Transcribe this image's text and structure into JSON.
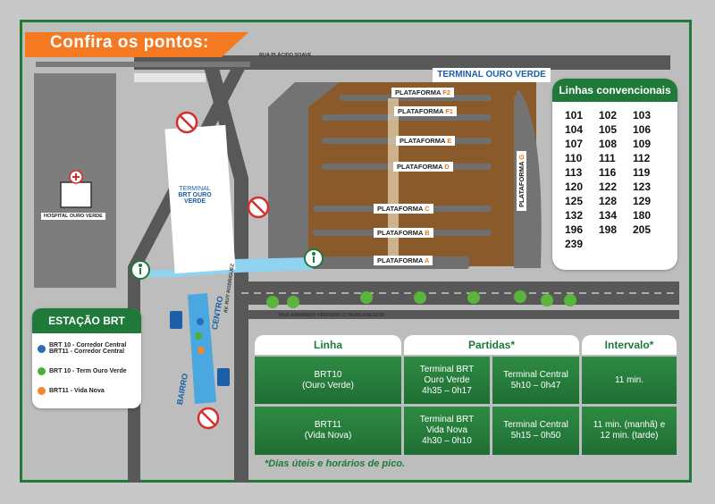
{
  "title": "Confira os pontos:",
  "streets": {
    "top": "RUA PLÁCIDO SOAVE",
    "bottom": "RUA ARMANDO FREDERICO RENGANESCHI",
    "avenue": "AV. RUY RODRIGUEZ"
  },
  "terminal_ouro_verde": "TERMINAL OURO VERDE",
  "terminal_brt": {
    "line1": "TERMINAL",
    "line2": "BRT OURO VERDE"
  },
  "hospital": "HOSPITAL OURO VERDE",
  "directions": {
    "bairro": "BAIRRO",
    "centro": "CENTRO"
  },
  "platforms": [
    {
      "name": "PLATAFORMA",
      "letter": "F2"
    },
    {
      "name": "PLATAFORMA",
      "letter": "F1"
    },
    {
      "name": "PLATAFORMA",
      "letter": "E"
    },
    {
      "name": "PLATAFORMA",
      "letter": "D"
    },
    {
      "name": "PLATAFORMA",
      "letter": "C"
    },
    {
      "name": "PLATAFORMA",
      "letter": "B"
    },
    {
      "name": "PLATAFORMA",
      "letter": "A"
    },
    {
      "name": "PLATAFORMA",
      "letter": "G"
    }
  ],
  "linhas_convencionais": {
    "title": "Linhas convencionais",
    "lines": [
      "101",
      "102",
      "103",
      "104",
      "105",
      "106",
      "107",
      "108",
      "109",
      "110",
      "111",
      "112",
      "113",
      "116",
      "119",
      "120",
      "122",
      "123",
      "125",
      "128",
      "129",
      "132",
      "134",
      "180",
      "196",
      "198",
      "205",
      "239"
    ]
  },
  "estacao_brt": {
    "title": "ESTAÇÃO BRT",
    "items": [
      {
        "text": "BRT 10 - Corredor Central",
        "text2": "BRT11 - Corredor Central",
        "color": "#2b6cb8"
      },
      {
        "text": "BRT 10 - Term Ouro Verde",
        "color": "#4caf3c"
      },
      {
        "text": "BRT11 - Vida Nova",
        "color": "#f08a2c"
      }
    ]
  },
  "schedule": {
    "headers": {
      "linha": "Linha",
      "partidas": "Partidas*",
      "intervalo": "Intervalo*"
    },
    "rows": [
      {
        "linha": "BRT10\n(Ouro Verde)",
        "partida1": "Terminal BRT\nOuro Verde\n4h35 – 0h17",
        "partida2": "Terminal Central\n5h10 – 0h47",
        "intervalo": "11 min."
      },
      {
        "linha": "BRT11\n(Vida Nova)",
        "partida1": "Terminal BRT\nVida Nova\n4h30 – 0h10",
        "partida2": "Terminal Central\n5h15 – 0h50",
        "intervalo": "11 min. (manhã) e\n12 min. (tarde)"
      }
    ]
  },
  "footnote": "*Dias úteis e horários de pico.",
  "colors": {
    "brand_green": "#1f7a3a",
    "orange": "#f47920",
    "brt_blue": "#2b6cb8",
    "terminal_brown": "#8b5a2b"
  }
}
